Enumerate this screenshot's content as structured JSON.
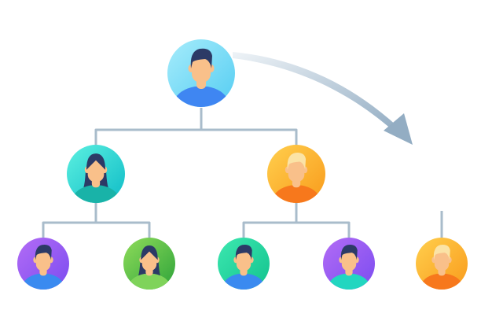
{
  "colors": {
    "connector": "#a9bccb",
    "arrow_start": "#eef3f7",
    "arrow_end": "#93adc3",
    "skin": "#f9c08a",
    "hair_dark": "#2c3a66",
    "hair_blond": "#fbe3a6"
  },
  "nodes": [
    {
      "id": "root",
      "bg": [
        "#a6ecfb",
        "#55cdf2"
      ],
      "shirt": "#3f86f2",
      "hair": "dark",
      "gender": "male"
    },
    {
      "id": "manager-left",
      "bg": [
        "#5cf0e0",
        "#0fbcc7"
      ],
      "shirt": "#19b3a8",
      "hair": "dark",
      "gender": "female"
    },
    {
      "id": "manager-right",
      "bg": [
        "#ffcf4d",
        "#f99b1c"
      ],
      "shirt": "#f7781c",
      "hair": "blond",
      "gender": "male"
    },
    {
      "id": "staff-1",
      "bg": [
        "#b36cf5",
        "#7b4cf0"
      ],
      "shirt": "#3a8af0",
      "hair": "dark",
      "gender": "male"
    },
    {
      "id": "staff-2",
      "bg": [
        "#8fdc5a",
        "#2ea33a"
      ],
      "shirt": "#7fd35a",
      "hair": "dark",
      "gender": "female"
    },
    {
      "id": "staff-3",
      "bg": [
        "#3de8b0",
        "#12c28e"
      ],
      "shirt": "#3a8af0",
      "hair": "dark",
      "gender": "male"
    },
    {
      "id": "staff-4",
      "bg": [
        "#b36cf5",
        "#7b4cf0"
      ],
      "shirt": "#22d6c0",
      "hair": "dark",
      "gender": "male"
    },
    {
      "id": "transferred",
      "bg": [
        "#ffcf4d",
        "#f99b1c"
      ],
      "shirt": "#f7781c",
      "hair": "blond",
      "gender": "male"
    }
  ]
}
